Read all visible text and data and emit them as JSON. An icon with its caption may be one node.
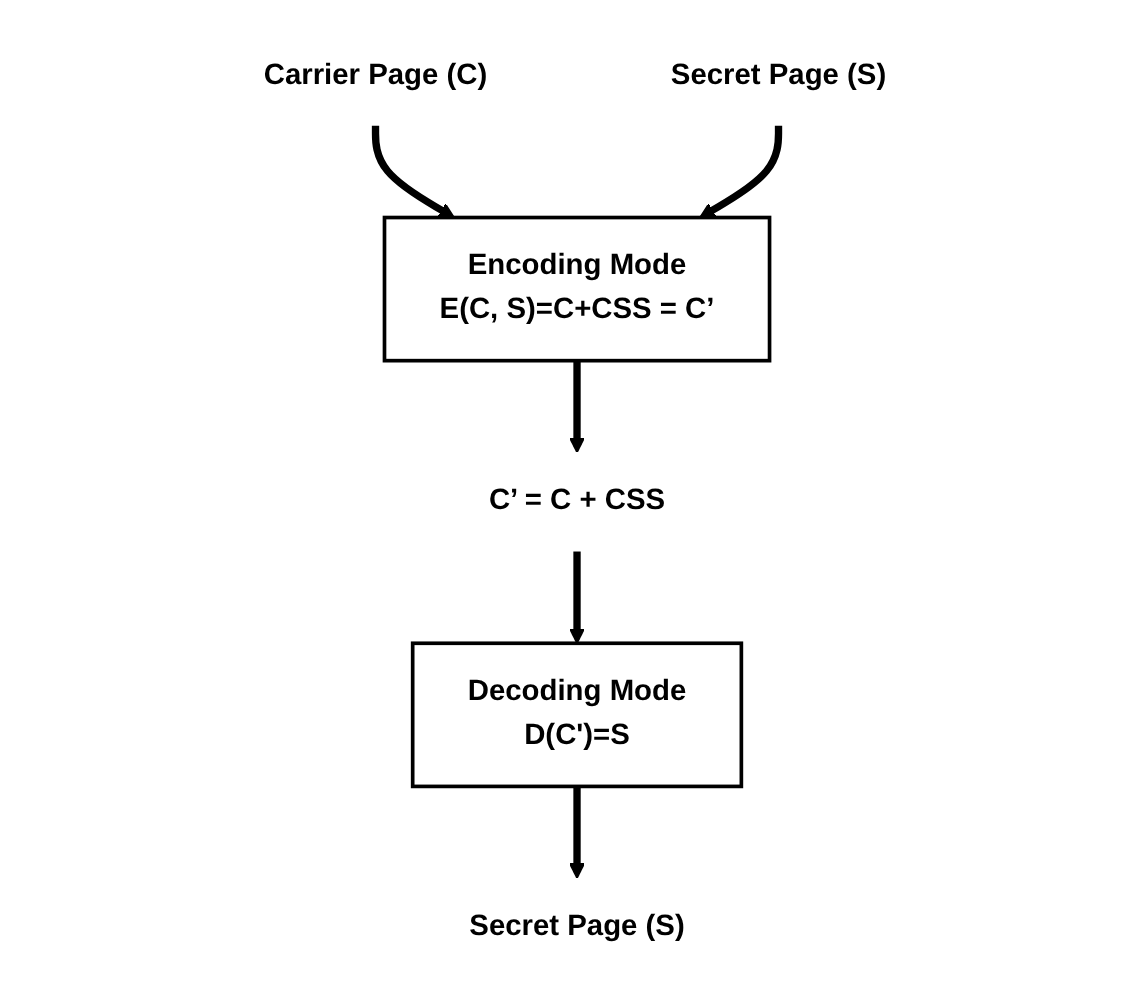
{
  "diagram": {
    "nodes": [
      {
        "text": [
          "Carrier Page (C)"
        ]
      },
      {
        "text": [
          "Secret Page (S)"
        ]
      },
      {
        "text": [
          "Encoding Mode",
          "E(C, S)=C+CSS = C’"
        ]
      },
      {
        "text": [
          "C’ = C + CSS"
        ]
      },
      {
        "text": [
          "Decoding Mode",
          "D(C')=S"
        ]
      },
      {
        "text": [
          "Secret Page (S)"
        ]
      }
    ],
    "edges": [
      {
        "from": 0,
        "to": 2,
        "arrow": "to"
      },
      {
        "from": 1,
        "to": 2,
        "arrow": "to"
      },
      {
        "from": 2,
        "to": 3,
        "arrow": "to"
      },
      {
        "from": 3,
        "to": 4,
        "arrow": "to"
      },
      {
        "from": 4,
        "to": 5,
        "arrow": "to"
      }
    ]
  }
}
